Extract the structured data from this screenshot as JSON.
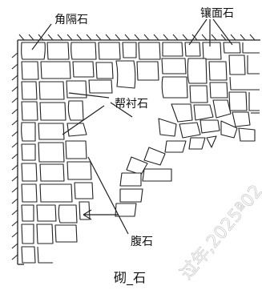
{
  "labels": {
    "corner_stone": "角隔石",
    "face_stone": "镶面石",
    "tie_stone": "帮衬石",
    "belly_stone": "腹石"
  },
  "caption": "砌_石",
  "watermark": "过年,2025ª02"
}
